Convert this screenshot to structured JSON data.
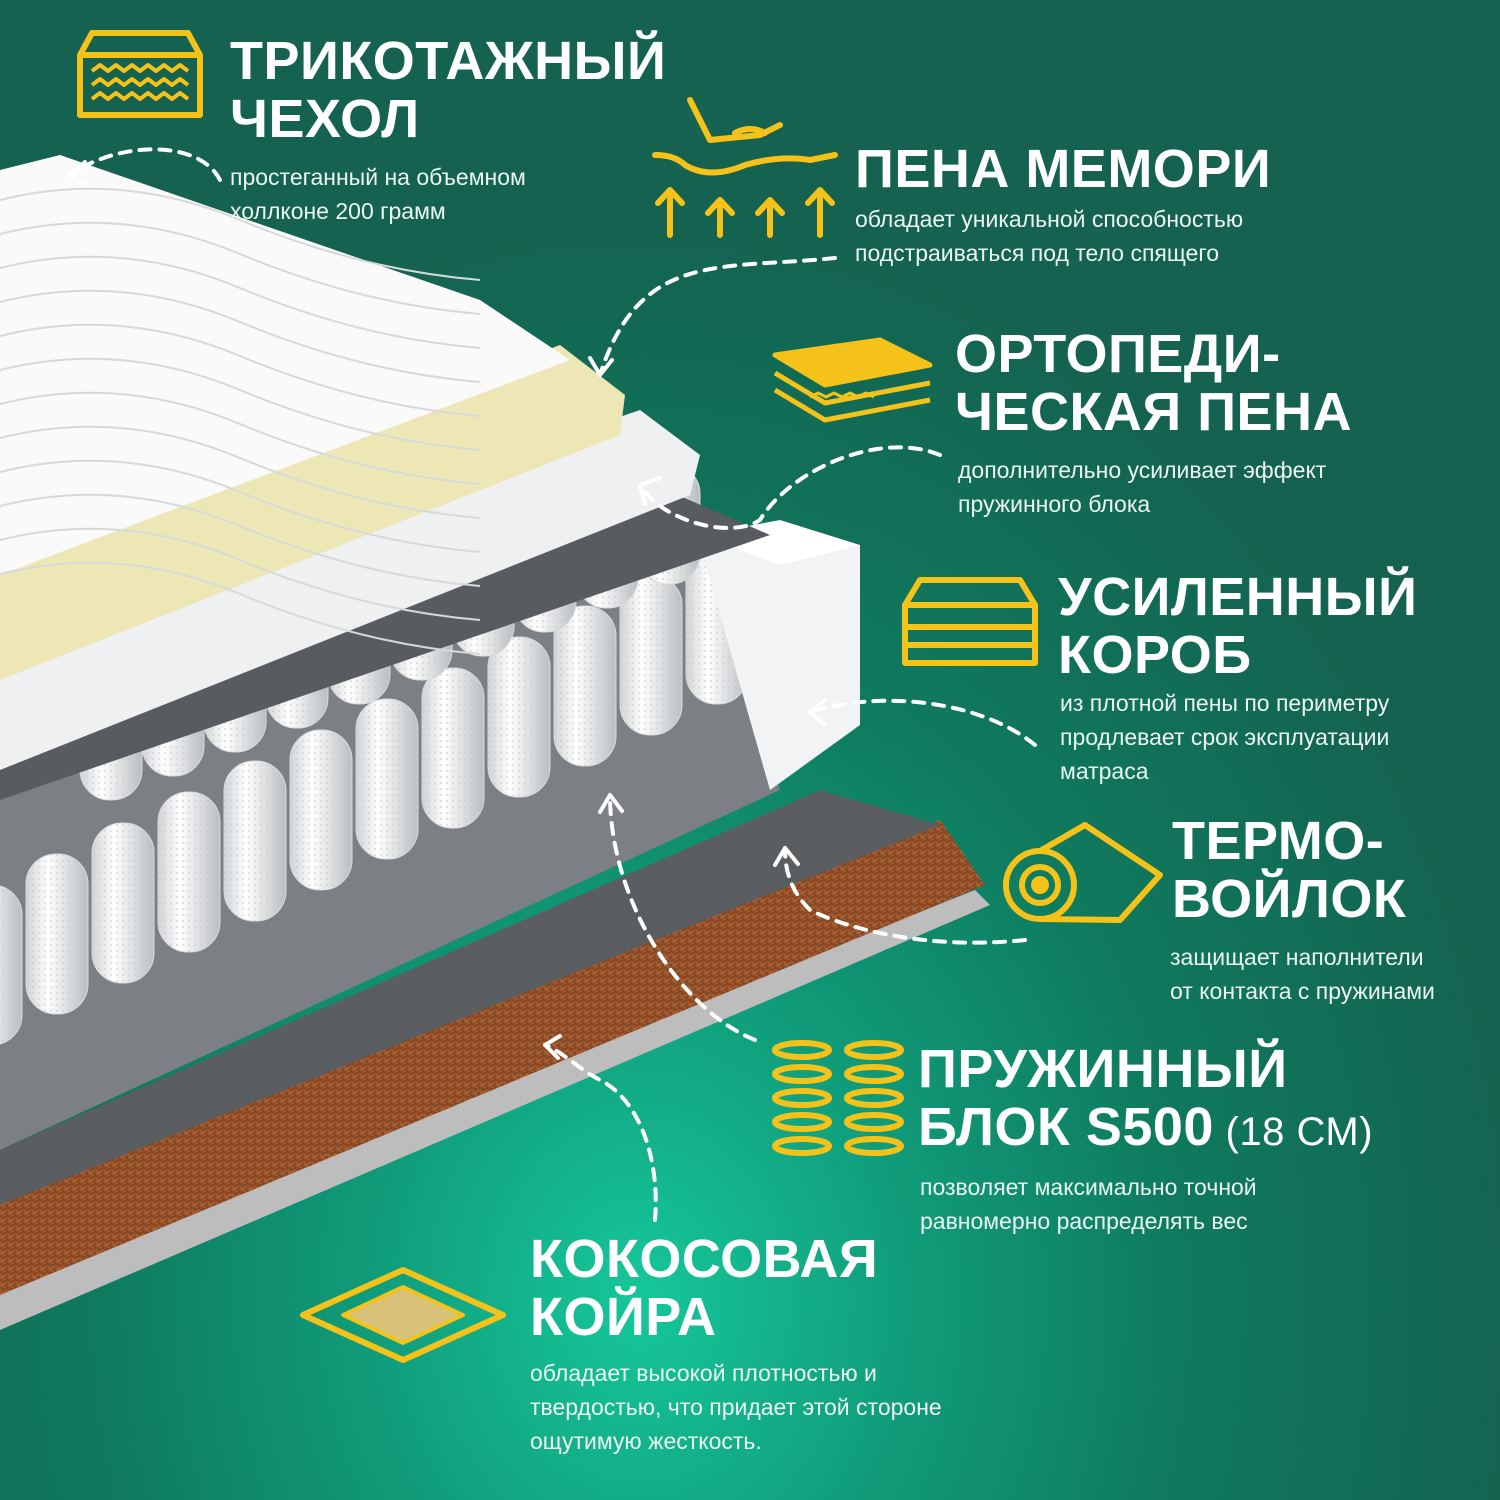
{
  "colors": {
    "accent": "#f5c21a",
    "background": "#127a5c",
    "text": "#ffffff"
  },
  "features": [
    {
      "id": "cover",
      "icon": "knit-cover-icon",
      "title_lines": [
        "ТРИКОТАЖНЫЙ",
        "ЧЕХОЛ"
      ],
      "desc_lines": [
        "простеганный на объемном",
        "холлконе 200 грамм"
      ]
    },
    {
      "id": "memory",
      "icon": "memory-foam-icon",
      "title_lines": [
        "ПЕНА МЕМОРИ"
      ],
      "desc_lines": [
        "обладает уникальной способностью",
        "подстраиваться под тело спящего"
      ]
    },
    {
      "id": "ortho",
      "icon": "foam-layers-icon",
      "title_lines": [
        "ОРТОПЕДИ-",
        "ЧЕСКАЯ ПЕНА"
      ],
      "desc_lines": [
        "дополнительно усиливает эффект",
        "пружинного блока"
      ]
    },
    {
      "id": "box",
      "icon": "reinforced-box-icon",
      "title_lines": [
        "УСИЛЕННЫЙ",
        "КОРОБ"
      ],
      "desc_lines": [
        "из плотной пены по периметру",
        "продлевает срок эксплуатации",
        "матраса"
      ]
    },
    {
      "id": "felt",
      "icon": "felt-roll-icon",
      "title_lines": [
        "ТЕРМО-",
        "ВОЙЛОК"
      ],
      "desc_lines": [
        "защищает наполнители",
        "от контакта с пружинами"
      ]
    },
    {
      "id": "springs",
      "icon": "springs-icon",
      "title_lines": [
        "ПРУЖИННЫЙ"
      ],
      "title_bold": "БЛОК S500",
      "title_light": " (18 СМ)",
      "desc_lines": [
        "позволяет максимально точной",
        "равномерно распределять вес"
      ]
    },
    {
      "id": "coir",
      "icon": "coconut-coir-icon",
      "title_lines": [
        "КОКОСОВАЯ",
        "КОЙРА"
      ],
      "desc_lines": [
        "обладает высокой плотностью и",
        "твердостью, что придает этой стороне",
        "ощутимую жесткость."
      ]
    }
  ]
}
